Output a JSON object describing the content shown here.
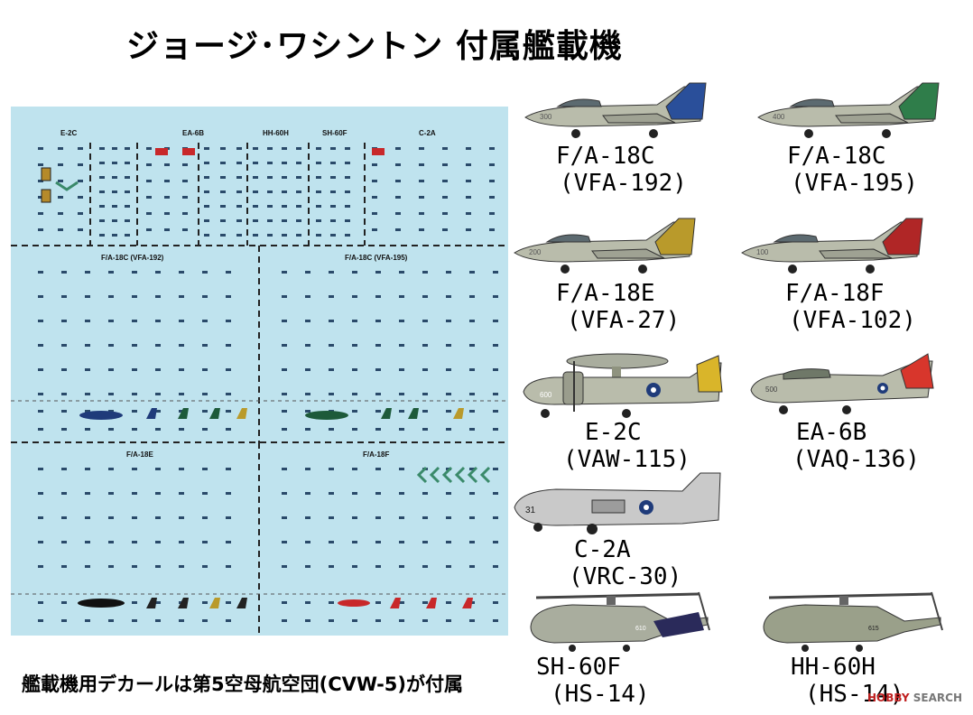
{
  "title": "ジョージ･ワシントン 付属艦載機",
  "footer": "艦載機用デカールは第5空母航空団(CVW-5)が付属",
  "sheet": {
    "top_labels": [
      "E-2C",
      "EA-6B",
      "HH-60H",
      "SH-60F",
      "C-2A"
    ],
    "block_labels": [
      "F/A-18C (VFA-192)",
      "F/A-18C (VFA-195)",
      "F/A-18E",
      "F/A-18F"
    ]
  },
  "aircraft": [
    {
      "name": "F/A-18C",
      "unit": "(VFA-192)",
      "icon": "jet-fighter-icon",
      "tail": "#2a4f9a",
      "nose": "300"
    },
    {
      "name": "F/A-18C",
      "unit": "(VFA-195)",
      "icon": "jet-fighter-icon",
      "tail": "#2f7d4a",
      "nose": "400"
    },
    {
      "name": "F/A-18E",
      "unit": "(VFA-27)",
      "icon": "jet-fighter-icon",
      "tail": "#b99a2b",
      "nose": "200"
    },
    {
      "name": "F/A-18F",
      "unit": "(VFA-102)",
      "icon": "jet-fighter-icon",
      "tail": "#b02626",
      "nose": "100"
    },
    {
      "name": "E-2C",
      "unit": "(VAW-115)",
      "icon": "awacs-plane-icon",
      "tail": "#d9b52a",
      "nose": "600"
    },
    {
      "name": "EA-6B",
      "unit": "(VAQ-136)",
      "icon": "ew-jet-icon",
      "tail": "#d8362c",
      "nose": "500"
    },
    {
      "name": "C-2A",
      "unit": "(VRC-30)",
      "icon": "cargo-plane-icon",
      "tail": "#c9c9c9",
      "nose": "31"
    },
    {
      "name": "SH-60F",
      "unit": "(HS-14)",
      "icon": "helicopter-icon",
      "tail": "#2a2a5a",
      "nose": "610"
    },
    {
      "name": "HH-60H",
      "unit": "(HS-14)",
      "icon": "helicopter-icon",
      "tail": "#9aa08a",
      "nose": "615"
    }
  ],
  "watermark": {
    "brand": "HOBBY",
    "suffix": "SEARCH"
  },
  "colors": {
    "sheet_bg": "#bfe3ee",
    "airframe": "#b9bcab",
    "navy_blue": "#1f3b7a",
    "decal_red": "#c8282a"
  }
}
